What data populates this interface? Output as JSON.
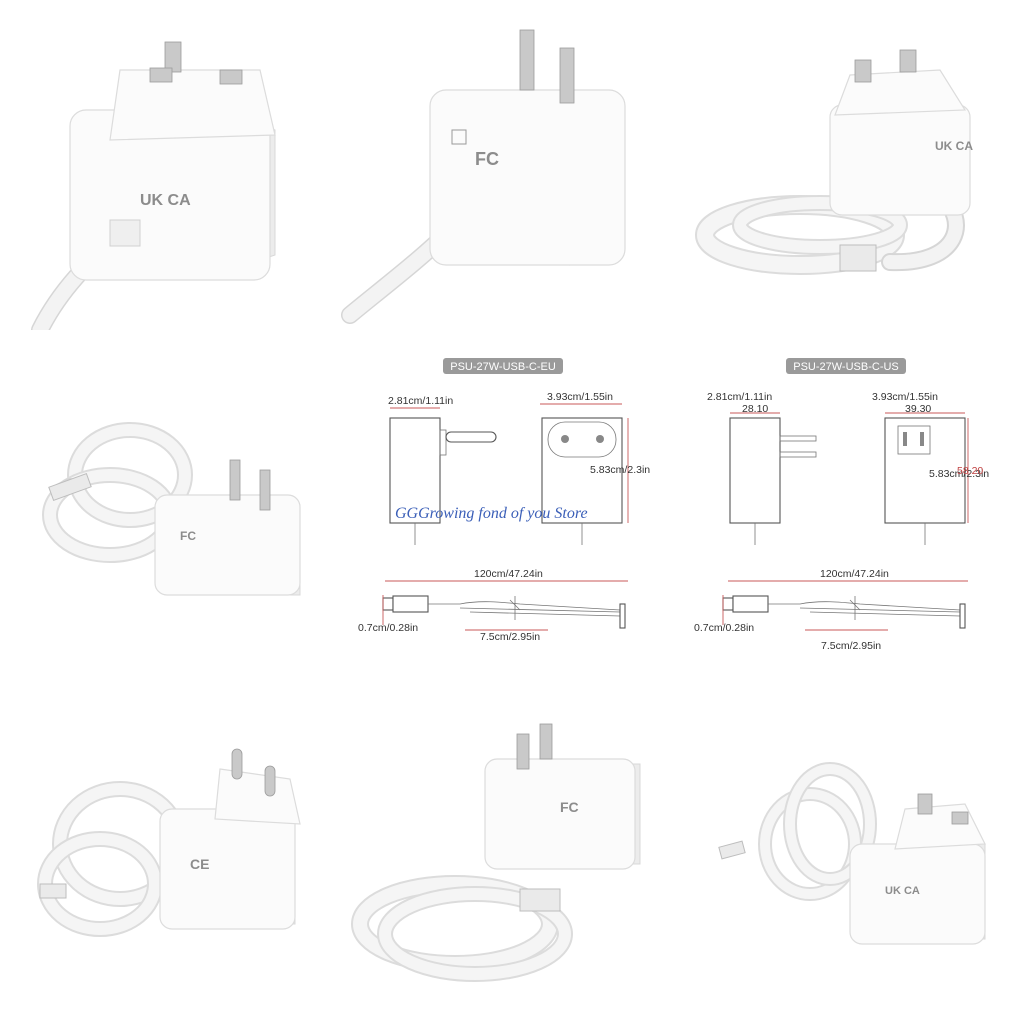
{
  "products": [
    {
      "label": "PSU-27W-USB-C-EU"
    },
    {
      "label": "PSU-27W-USB-C-US"
    }
  ],
  "eu_dims": {
    "depth": "2.81cm/1.11in",
    "width": "3.93cm/1.55in",
    "height": "5.83cm/2.3in"
  },
  "us_dims": {
    "depth": "2.81cm/1.11in",
    "depth_overlay": "28.10",
    "width": "3.93cm/1.55in",
    "width_overlay": "39.30",
    "height": "5.83cm/2.3in",
    "height_overlay": "58.20"
  },
  "cable": {
    "length": "120cm/47.24in",
    "connector": "0.7cm/0.28in",
    "coil": "7.5cm/2.95in"
  },
  "certifications": {
    "ukca": "UK CA",
    "fc": "FC",
    "ce": "CE"
  },
  "watermark": "GGGrowing fond of you Store"
}
